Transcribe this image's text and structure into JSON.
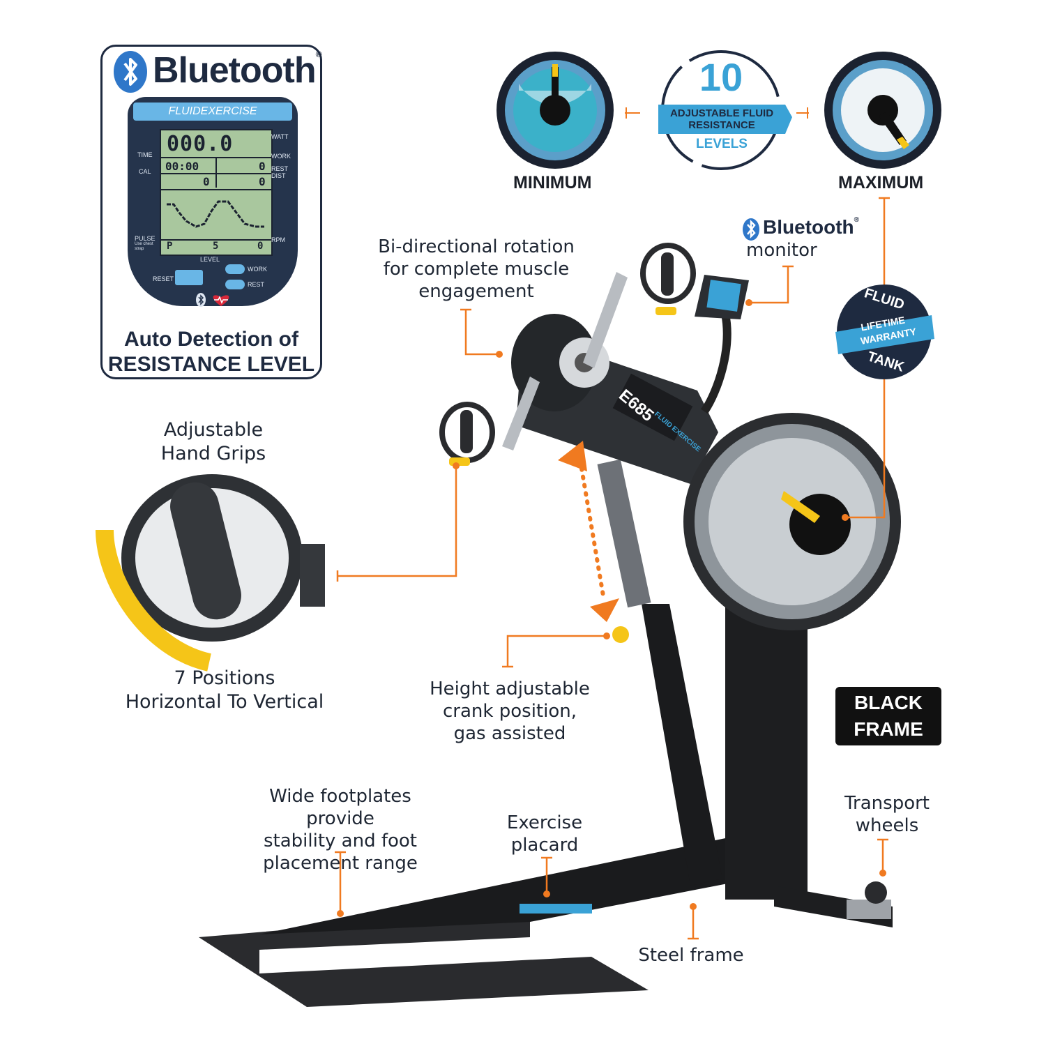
{
  "panel": {
    "bluetooth_word": "Bluetooth",
    "registered": "®",
    "console_brand": "FLUIDEXERCISE",
    "lcd": {
      "watt_value": "000.0",
      "time_value": "00:00",
      "work_value": "0",
      "cal_value": "0",
      "rest_value": "0",
      "pulse_value": "P",
      "level_value": "5",
      "rpm_value": "0"
    },
    "labels": {
      "watt": "WATT",
      "time": "TIME",
      "work": "WORK",
      "cal": "CAL",
      "rest_dist": "REST DIST",
      "pulse": "PULSE",
      "chest_strap": "Use chest strap",
      "rpm": "RPM",
      "level": "LEVEL",
      "reset": "RESET",
      "work_btn": "WORK",
      "rest_btn": "REST"
    },
    "caption_line1": "Auto Detection of",
    "caption_line2": "RESISTANCE LEVEL"
  },
  "resistance": {
    "badge_number": "10",
    "badge_line1": "ADJUSTABLE FLUID",
    "badge_line2": "RESISTANCE",
    "badge_line3": "LEVELS",
    "minimum_label": "MINIMUM",
    "maximum_label": "MAXIMUM"
  },
  "warranty_seal": {
    "top": "FLUID",
    "middle1": "LIFETIME",
    "middle2": "WARRANTY",
    "bottom": "TANK"
  },
  "callouts": {
    "bidirectional": [
      "Bi-directional rotation",
      "for complete muscle",
      "engagement"
    ],
    "bluetooth_monitor_word": "Bluetooth",
    "bluetooth_monitor_sub": "monitor",
    "hand_grips": [
      "Adjustable",
      "Hand  Grips"
    ],
    "positions": [
      "7 Positions",
      "Horizontal To Vertical"
    ],
    "height": [
      "Height adjustable",
      "crank position,",
      "gas assisted"
    ],
    "footplates": [
      "Wide footplates provide",
      "stability and foot",
      "placement range"
    ],
    "placard": [
      "Exercise",
      "placard"
    ],
    "wheels": [
      "Transport",
      "wheels"
    ],
    "steel": "Steel frame",
    "black_frame": [
      "BLACK",
      "FRAME"
    ]
  },
  "machine": {
    "model": "E685",
    "brand": "FLUID EXERCISE"
  },
  "colors": {
    "accent_orange": "#f07a20",
    "navy": "#1e2a40",
    "light_blue": "#69b6e6",
    "lcd_green": "#a9c79e",
    "yellow": "#f5c518"
  }
}
